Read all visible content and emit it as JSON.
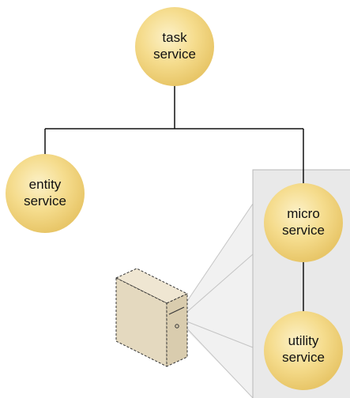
{
  "nodes": {
    "task": {
      "line1": "task",
      "line2": "service"
    },
    "entity": {
      "line1": "entity",
      "line2": "service"
    },
    "micro": {
      "line1": "micro",
      "line2": "service"
    },
    "utility": {
      "line1": "utility",
      "line2": "service"
    }
  },
  "colors": {
    "node_fill": "#f2d885",
    "node_fill_light": "#fbeec0",
    "node_edge": "#e3c160",
    "line": "#111111",
    "panel_fill": "#e9e9e9",
    "panel_stroke": "#b8b8b8",
    "server_fill": "#e6dcc4",
    "server_stroke": "#333333"
  },
  "icons": {
    "server": "server-tower-icon"
  }
}
